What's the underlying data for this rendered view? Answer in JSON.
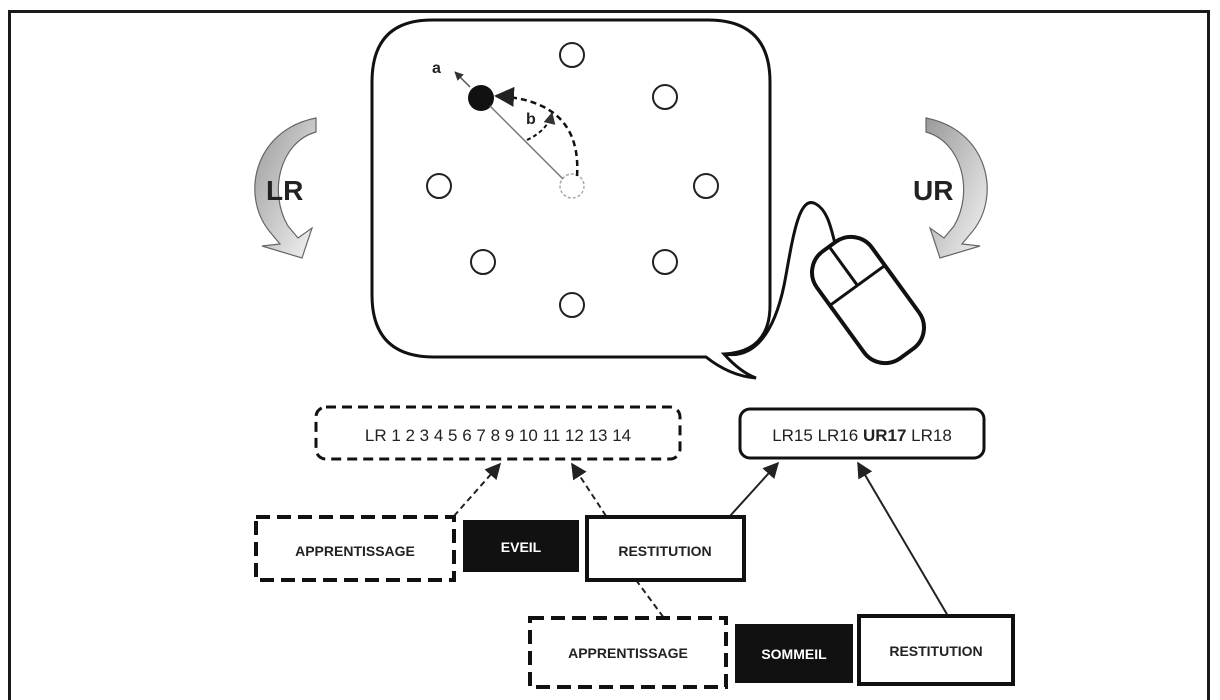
{
  "task_screen": {
    "vector_labels": {
      "a": "a",
      "b": "b"
    }
  },
  "rotation_labels": {
    "left": "LR",
    "right": "UR"
  },
  "sequences": {
    "first": "LR 1 2 3 4 5 6 7 8 9 10 11 12 13 14",
    "second": {
      "lr15": "LR15",
      "lr16": "LR16",
      "ur17": "UR17",
      "lr18": "LR18"
    }
  },
  "phases": {
    "wake": {
      "learning": "APPRENTISSAGE",
      "state": "EVEIL",
      "recall": "RESTITUTION"
    },
    "sleep": {
      "learning": "APPRENTISSAGE",
      "state": "SOMMEIL",
      "recall": "RESTITUTION"
    }
  }
}
